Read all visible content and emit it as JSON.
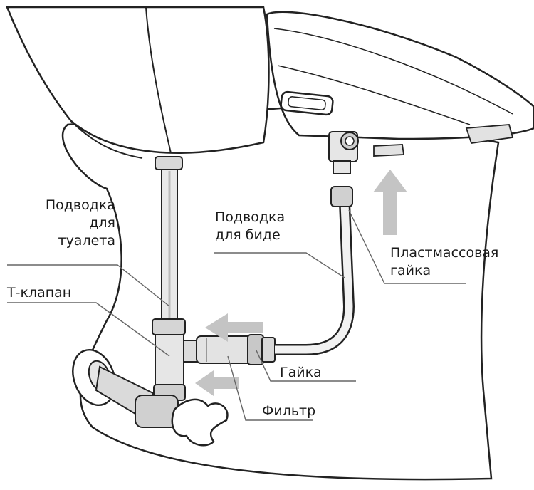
{
  "labels": {
    "toilet_supply": [
      "Подводка",
      "для",
      "туалета"
    ],
    "t_valve": "Т-клапан",
    "bidet_supply": [
      "Подводка",
      "для биде"
    ],
    "plastic_nut": [
      "Пластмассовая",
      "гайка"
    ],
    "nut": "Гайка",
    "filter": "Фильтр"
  },
  "colors": {
    "line": "#222222",
    "shade": "#cfcfcf",
    "arrow": "#c4c4c4",
    "leader": "#666666"
  }
}
